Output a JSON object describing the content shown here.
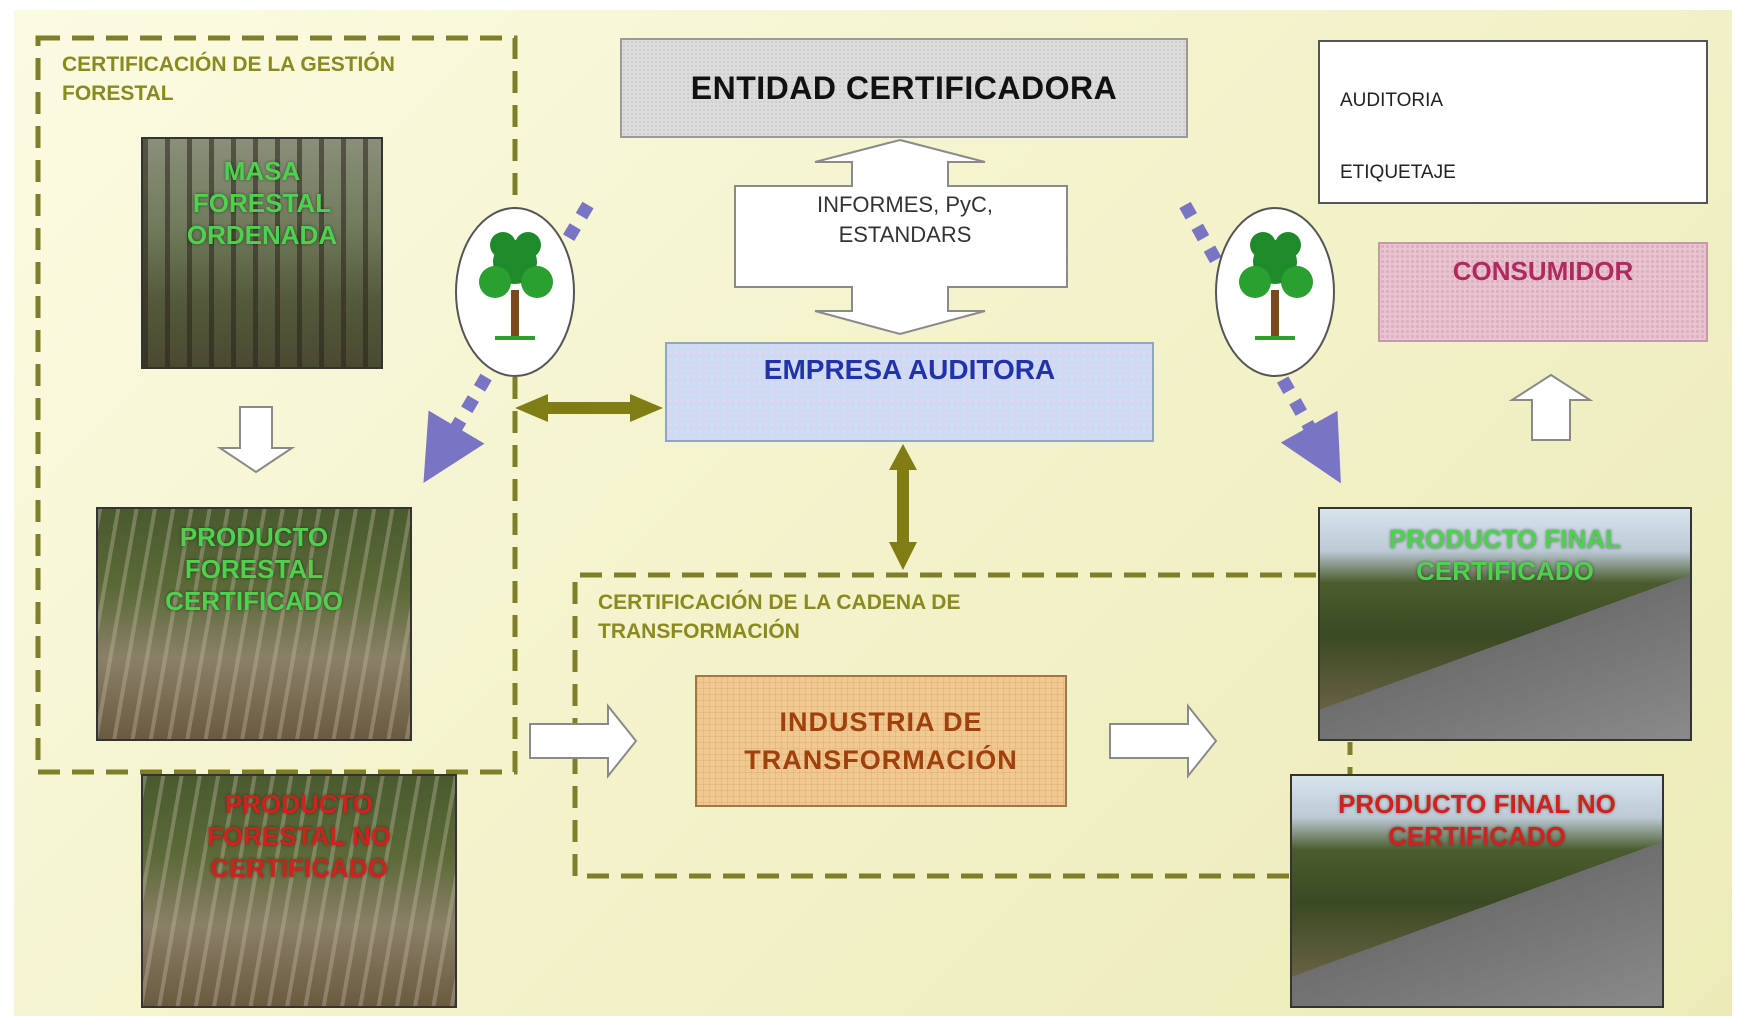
{
  "diagram": {
    "entidad_certificadora": "ENTIDAD CERTIFICADORA",
    "informes": [
      "INFORMES, PyC,",
      "ESTANDARS"
    ],
    "empresa_auditora": "EMPRESA AUDITORA",
    "consumidor": "CONSUMIDOR",
    "industria": [
      "INDUSTRIA DE",
      "TRANSFORMACIÓN"
    ],
    "grupo_forestal": [
      "CERTIFICACIÓN DE LA GESTIÓN",
      "FORESTAL"
    ],
    "grupo_cadena": [
      "CERTIFICACIÓN DE LA CADENA DE",
      "TRANSFORMACIÓN"
    ],
    "masa_forestal": [
      "MASA",
      "FORESTAL",
      "ORDENADA"
    ],
    "producto_forestal_certificado": [
      "PRODUCTO",
      "FORESTAL",
      "CERTIFICADO"
    ],
    "producto_forestal_no_certificado": [
      "PRODUCTO",
      "FORESTAL NO",
      "CERTIFICADO"
    ],
    "producto_final_certificado": [
      "PRODUCTO FINAL",
      "CERTIFICADO"
    ],
    "producto_final_no_certificado": [
      "PRODUCTO FINAL NO",
      "CERTIFICADO"
    ]
  },
  "legend": {
    "auditoria": "AUDITORIA",
    "etiquetaje": "ETIQUETAJE"
  },
  "colors": {
    "audit_arrow": "#7f7d14",
    "label_arrow": "#7a74c4",
    "group_border": "#7f7f2a",
    "green_caption": "#4ed24e",
    "red_caption": "#d0221c"
  },
  "icons": [
    "tree-icon",
    "block-arrow-icon",
    "double-arrow-icon",
    "dotted-arrow-icon"
  ]
}
